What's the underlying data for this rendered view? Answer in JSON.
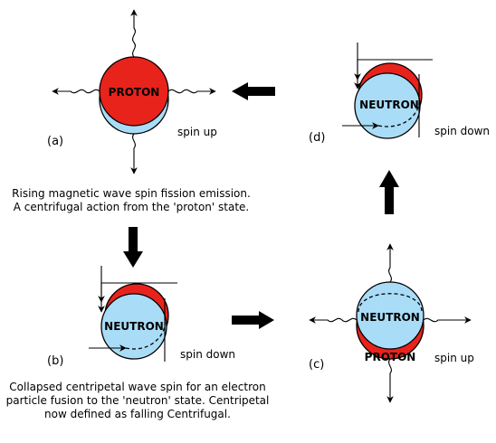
{
  "colors": {
    "proton_red": "#e8231c",
    "neutron_blue": "#a9dcf7",
    "ink": "#000000",
    "background": "#ffffff"
  },
  "panels": {
    "a": {
      "letter": "(a)",
      "spin": "spin up",
      "main_label": "PROTON"
    },
    "b": {
      "letter": "(b)",
      "spin": "spin down",
      "main_label": "NEUTRON"
    },
    "c": {
      "letter": "(c)",
      "spin": "spin up",
      "main_label": "NEUTRON",
      "secondary_label": "PROTON"
    },
    "d": {
      "letter": "(d)",
      "spin": "spin down",
      "main_label": "NEUTRON"
    }
  },
  "captions": {
    "top": [
      "Rising magnetic wave spin fission emission.",
      "A centrifugal action from the 'proton' state."
    ],
    "bottom": [
      "Collapsed centripetal wave spin for an electron",
      "particle fusion to the 'neutron' state. Centripetal",
      "now defined as falling Centrifugal."
    ]
  },
  "flow_arrow_icons": [
    "arrow-down-icon",
    "arrow-right-icon",
    "arrow-up-icon",
    "arrow-left-icon"
  ]
}
